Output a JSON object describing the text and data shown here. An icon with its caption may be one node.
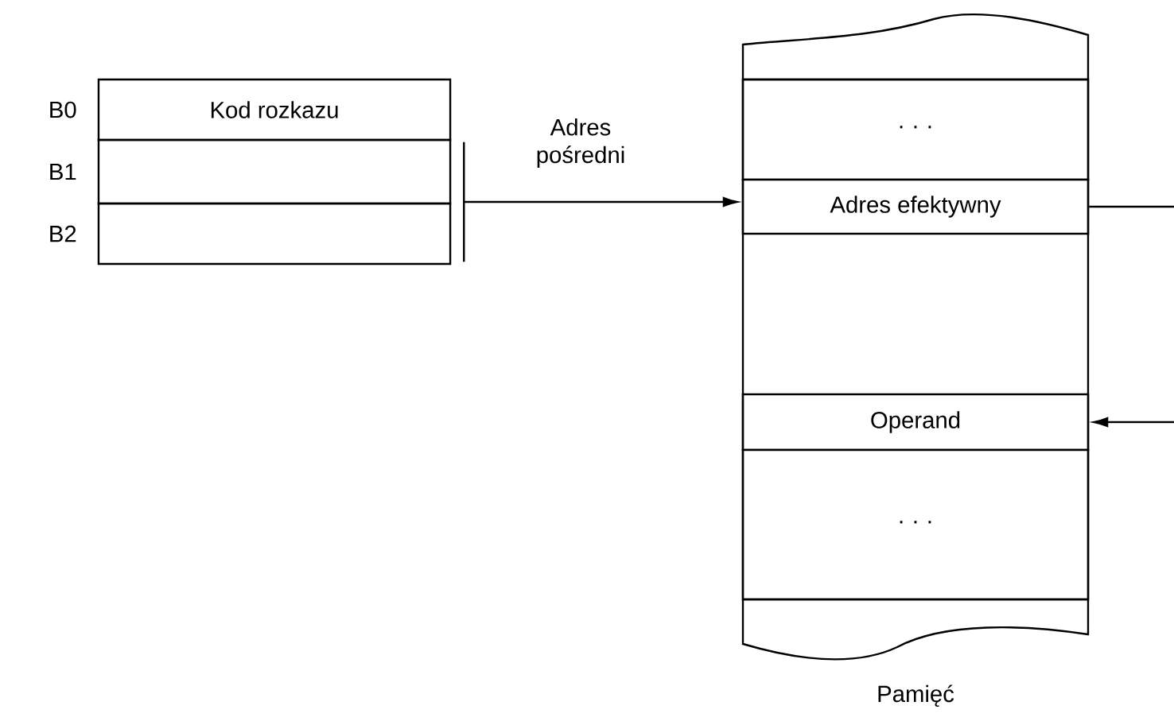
{
  "diagram": {
    "nodes": [
      {
        "text": [
          "Kod rozkazu"
        ],
        "beside": [
          "B0"
        ]
      },
      {
        "text": [],
        "shape": "box",
        "beside": [
          "B1"
        ]
      },
      {
        "text": [],
        "shape": "box",
        "beside": [
          "B2"
        ]
      },
      {
        "text": [],
        "shape": "box",
        "beside": [
          "Pamięć"
        ]
      },
      {
        "text": [
          "· · ·"
        ],
        "in": 3
      },
      {
        "text": [
          "Adres efektywny"
        ],
        "in": 3
      },
      {
        "text": [
          "Operand"
        ],
        "in": 3
      },
      {
        "text": [
          "· · ·"
        ],
        "in": 3
      }
    ],
    "edges": [
      {
        "from": 1,
        "to": 5,
        "arrow": "to",
        "label": "Adres pośredni"
      },
      {
        "from": 2,
        "to": 5,
        "arrow": "to"
      },
      {
        "from": 5,
        "to": null,
        "arrow": "none"
      },
      {
        "from": null,
        "to": 6,
        "arrow": "to"
      }
    ]
  }
}
